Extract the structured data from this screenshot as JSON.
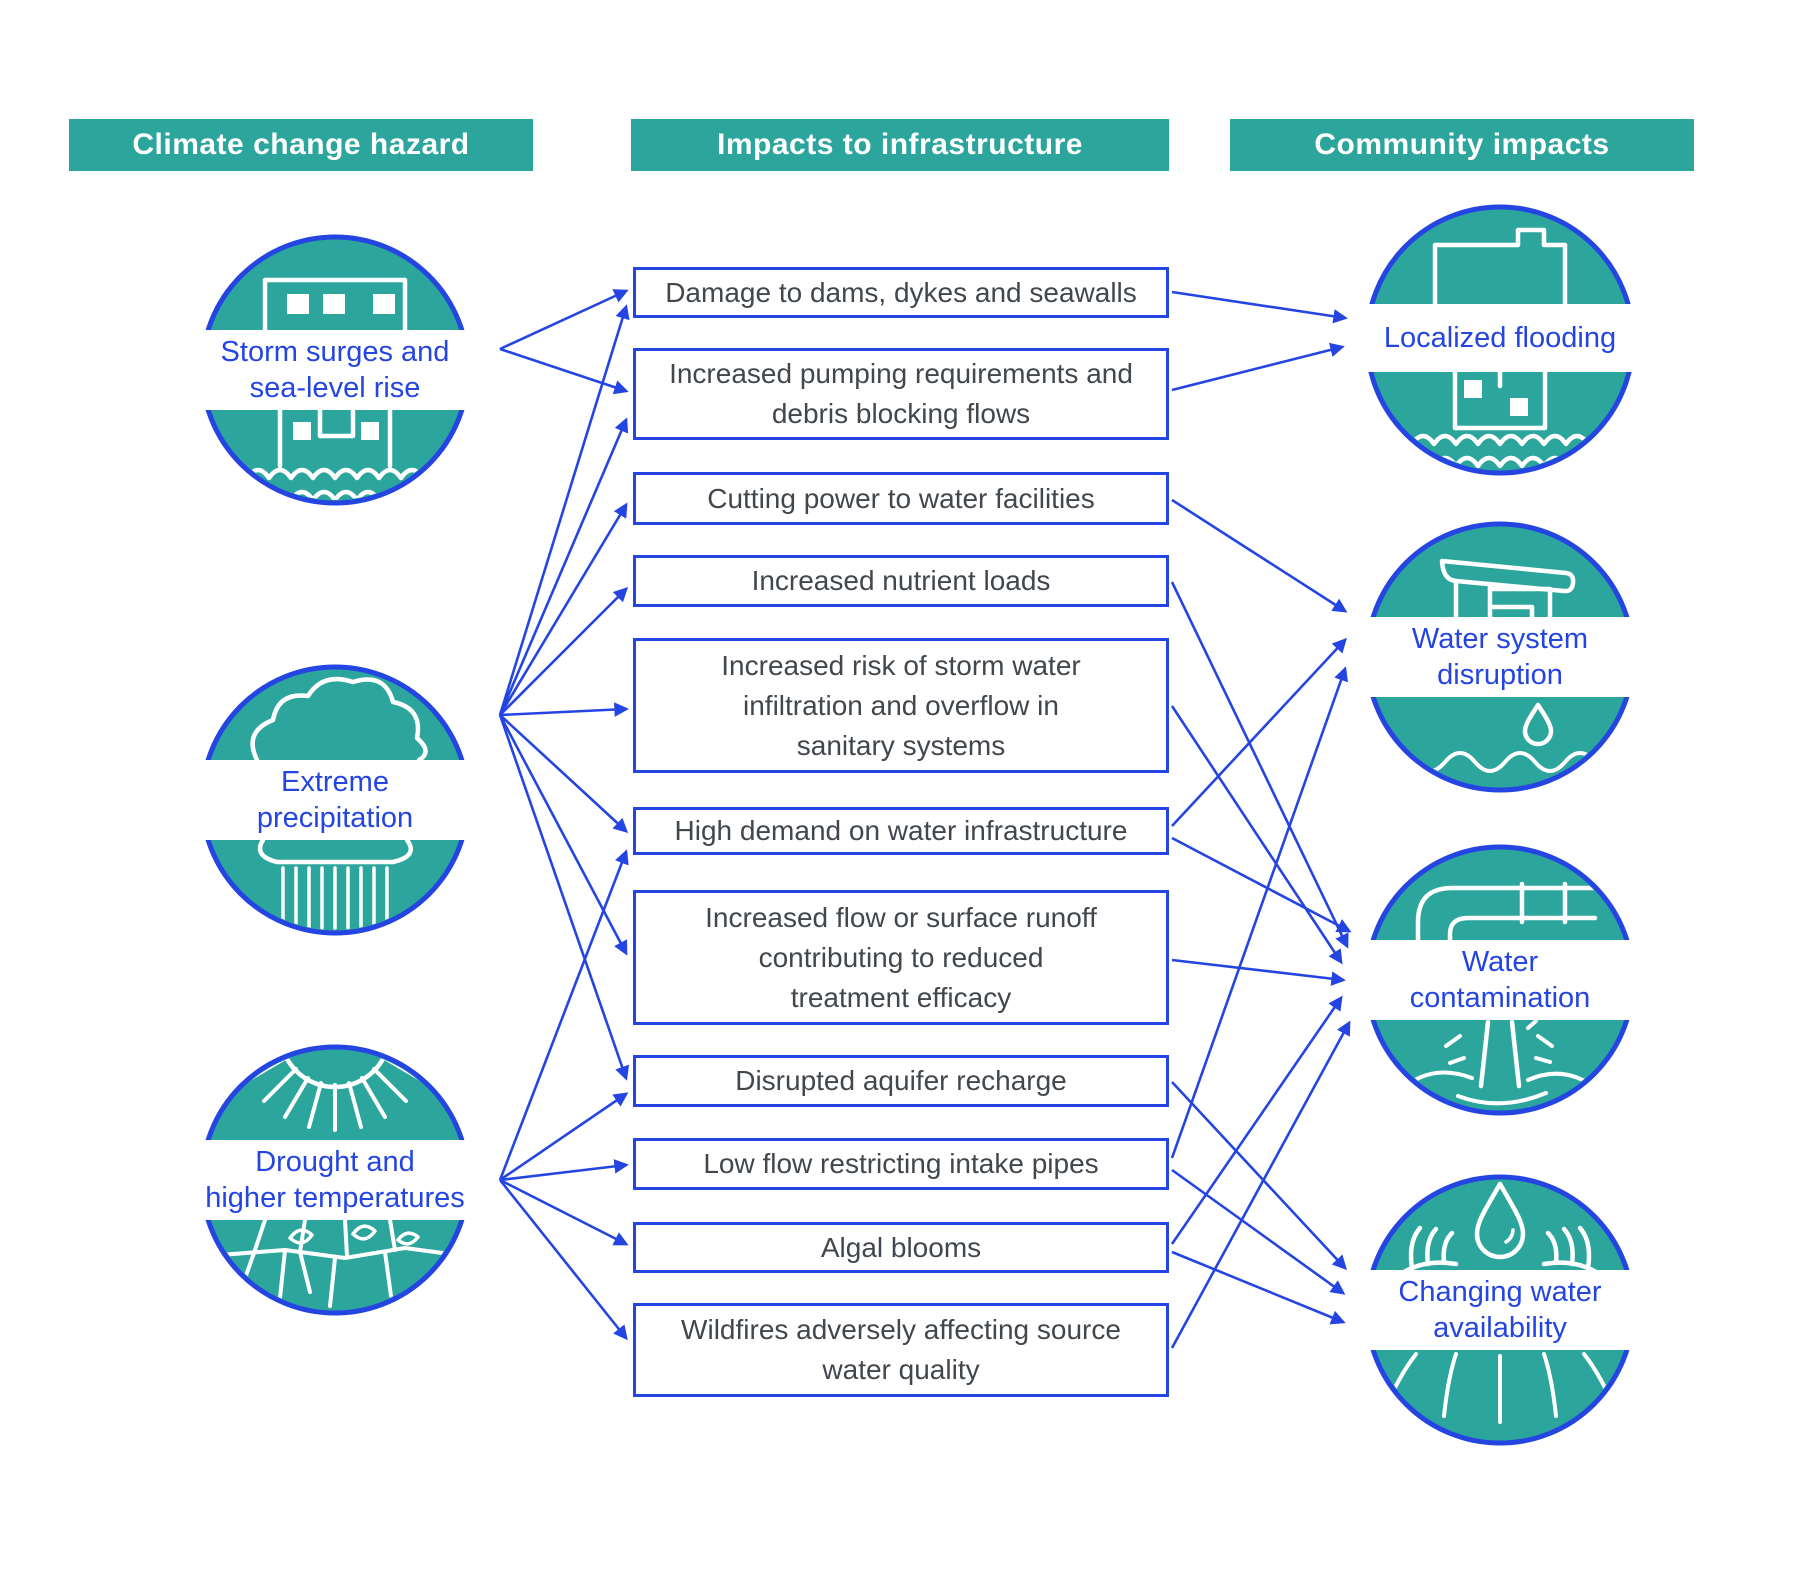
{
  "headers": {
    "hazard": "Climate change hazard",
    "infrastructure": "Impacts to infrastructure",
    "community": "Community impacts"
  },
  "hazards": [
    {
      "id": "storm-surges",
      "icon": "flooded-buildings-icon",
      "label_lines": [
        "Storm surges and",
        "sea-level rise"
      ]
    },
    {
      "id": "extreme-precipitation",
      "icon": "rain-cloud-icon",
      "label_lines": [
        "Extreme",
        "precipitation"
      ]
    },
    {
      "id": "drought",
      "icon": "sun-cracked-earth-icon",
      "label_lines": [
        "Drought and",
        "higher temperatures"
      ]
    }
  ],
  "impacts": [
    "Damage to dams, dykes and seawalls",
    "Increased pumping requirements and debris blocking flows",
    "Cutting power to water facilities",
    "Increased nutrient loads",
    "Increased risk of storm water infiltration and overflow in sanitary systems",
    "High demand on water infrastructure",
    "Increased flow or surface runoff contributing to reduced treatment efficacy",
    "Disrupted aquifer recharge",
    "Low flow restricting intake pipes",
    "Algal blooms",
    "Wildfires adversely affecting source water quality"
  ],
  "community": [
    {
      "id": "localized-flooding",
      "icon": "flooded-house-icon",
      "label_lines": [
        "Localized flooding"
      ]
    },
    {
      "id": "water-system-disruption",
      "icon": "faucet-drip-icon",
      "label_lines": [
        "Water system",
        "disruption"
      ]
    },
    {
      "id": "water-contamination",
      "icon": "broken-pipe-icon",
      "label_lines": [
        "Water",
        "contamination"
      ]
    },
    {
      "id": "changing-water-availability",
      "icon": "hands-water-drop-icon",
      "label_lines": [
        "Changing water",
        "availability"
      ]
    }
  ],
  "links": {
    "hazard_to_impact": [
      {
        "from": "storm-surges",
        "to": "Damage to dams, dykes and seawalls"
      },
      {
        "from": "storm-surges",
        "to": "Increased pumping requirements and debris blocking flows"
      },
      {
        "from": "extreme-precipitation",
        "to": "Damage to dams, dykes and seawalls"
      },
      {
        "from": "extreme-precipitation",
        "to": "Increased pumping requirements and debris blocking flows"
      },
      {
        "from": "extreme-precipitation",
        "to": "Cutting power to water facilities"
      },
      {
        "from": "extreme-precipitation",
        "to": "Increased nutrient loads"
      },
      {
        "from": "extreme-precipitation",
        "to": "Increased risk of storm water infiltration and overflow in sanitary systems"
      },
      {
        "from": "extreme-precipitation",
        "to": "High demand on water infrastructure"
      },
      {
        "from": "extreme-precipitation",
        "to": "Increased flow or surface runoff contributing to reduced treatment efficacy"
      },
      {
        "from": "extreme-precipitation",
        "to": "Disrupted aquifer recharge"
      },
      {
        "from": "drought",
        "to": "High demand on water infrastructure"
      },
      {
        "from": "drought",
        "to": "Disrupted aquifer recharge"
      },
      {
        "from": "drought",
        "to": "Low flow restricting intake pipes"
      },
      {
        "from": "drought",
        "to": "Algal blooms"
      },
      {
        "from": "drought",
        "to": "Wildfires adversely affecting source water quality"
      }
    ],
    "impact_to_community": [
      {
        "from": "Damage to dams, dykes and seawalls",
        "to": "localized-flooding"
      },
      {
        "from": "Increased pumping requirements and debris blocking flows",
        "to": "localized-flooding"
      },
      {
        "from": "Cutting power to water facilities",
        "to": "water-system-disruption"
      },
      {
        "from": "High demand on water infrastructure",
        "to": "water-system-disruption"
      },
      {
        "from": "Low flow restricting intake pipes",
        "to": "water-system-disruption"
      },
      {
        "from": "Increased nutrient loads",
        "to": "water-contamination"
      },
      {
        "from": "Increased risk of storm water infiltration and overflow in sanitary systems",
        "to": "water-contamination"
      },
      {
        "from": "High demand on water infrastructure",
        "to": "water-contamination"
      },
      {
        "from": "Increased flow or surface runoff contributing to reduced treatment efficacy",
        "to": "water-contamination"
      },
      {
        "from": "Algal blooms",
        "to": "water-contamination"
      },
      {
        "from": "Wildfires adversely affecting source water quality",
        "to": "water-contamination"
      },
      {
        "from": "Disrupted aquifer recharge",
        "to": "changing-water-availability"
      },
      {
        "from": "Low flow restricting intake pipes",
        "to": "changing-water-availability"
      },
      {
        "from": "Algal blooms",
        "to": "changing-water-availability"
      }
    ]
  },
  "colors": {
    "teal": "#2CA69C",
    "blue": "#2545E2",
    "box_text": "#42474D",
    "icon_stroke": "#FFFFFF"
  }
}
